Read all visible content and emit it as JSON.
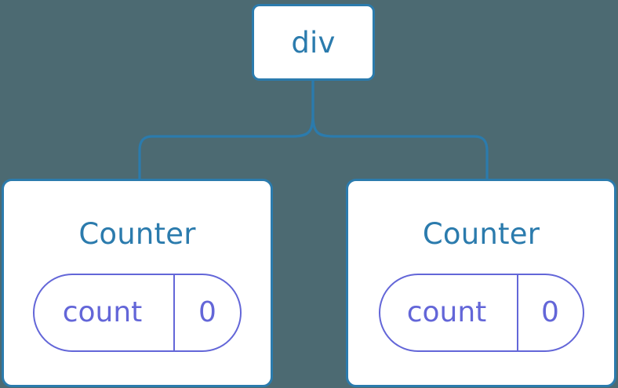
{
  "canvas": {
    "background_color": "#4c6a72",
    "node_border_color": "#2b7bad",
    "node_text_color": "#2b7bad",
    "state_color": "#6366d8",
    "connector_color": "#2b7bad"
  },
  "tree": {
    "root": {
      "label": "div"
    },
    "children": [
      {
        "title": "Counter",
        "state": {
          "key": "count",
          "value": "0"
        }
      },
      {
        "title": "Counter",
        "state": {
          "key": "count",
          "value": "0"
        }
      }
    ]
  }
}
